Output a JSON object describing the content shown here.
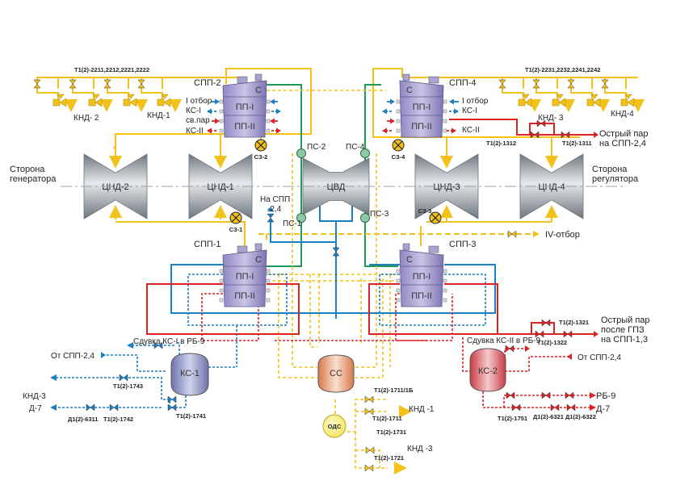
{
  "diagram": {
    "colors": {
      "steam_yellow": "#f2c21b",
      "heating_red": "#dd2222",
      "extraction_blue": "#1b7fc4",
      "green_line": "#1f9a58",
      "vessel_purple": "#9a92c8",
      "turbine_gray": "#8c959c"
    },
    "turbines": [
      {
        "id": "cnd2",
        "label": "ЦНД-2"
      },
      {
        "id": "cnd1",
        "label": "ЦНД-1"
      },
      {
        "id": "cvd",
        "label": "ЦВД"
      },
      {
        "id": "cnd3",
        "label": "ЦНД-3"
      },
      {
        "id": "cnd4",
        "label": "ЦНД-4"
      }
    ],
    "side_labels": {
      "generator": [
        "Сторона",
        "генератора"
      ],
      "regulator": [
        "Сторона",
        "регулятора"
      ]
    },
    "separators": [
      {
        "id": "spp2",
        "label": "СПП-2",
        "top": "С",
        "mid": "ПП-I",
        "bot": "ПП-II"
      },
      {
        "id": "spp4",
        "label": "СПП-4",
        "top": "С",
        "mid": "ПП-I",
        "bot": "ПП-II"
      },
      {
        "id": "spp1",
        "label": "СПП-1",
        "top": "С",
        "mid": "ПП-I",
        "bot": "ПП-II"
      },
      {
        "id": "spp3",
        "label": "СПП-3",
        "top": "С",
        "mid": "ПП-I",
        "bot": "ПП-II"
      }
    ],
    "spp2_ports": [
      "I отбор",
      "КС-I",
      "св.пар",
      "КС-II"
    ],
    "spp4_ports": [
      "I отбор",
      "КС-I",
      "КС-II"
    ],
    "stop_valves": [
      "СЗ-2",
      "СЗ-4",
      "СЗ-1",
      "СЗ-3"
    ],
    "ps_points": [
      "ПС-2",
      "ПС-4",
      "ПС-1",
      "ПС-3"
    ],
    "valve_groups": {
      "left_title": "Т1(2)-2211,2212,2221,2222",
      "right_title": "Т1(2)-2231,2232,2241,2242",
      "knd2": "КНД- 2",
      "knd1": "КНД-1",
      "knd3": "КНД- 3",
      "knd4": "КНД-4"
    },
    "live_steam_top": {
      "label_line1": "Острый пар",
      "label_line2": "на СПП-2,4",
      "valve_a": "Т1(2)-1312",
      "valve_b": "Т1(2)-1311"
    },
    "live_steam_bottom": {
      "label_line1": "Острый пар",
      "label_line2": "после ГПЗ",
      "label_line3": "на СПП-1,3",
      "valve_a": "Т1(2)-1321",
      "valve_b": "Т1(2)-1322"
    },
    "na_spp": [
      "На СПП",
      "-2,4"
    ],
    "iv_otbor": "IV-отбор",
    "ks1": {
      "label": "КС-1",
      "blowdown": "Сдувка КС-I в РБ-9",
      "from": "От СПП-2,4",
      "to_knd": "КНД-3",
      "to_d7": "Д-7",
      "v1743": "Т1(2)-1743",
      "v6311": "Д1(2)-6311",
      "v1742": "Т1(2)-1742",
      "v1741": "Т1(2)-1741"
    },
    "ks2": {
      "label": "КС-2",
      "blowdown": "Сдувка КС-II в РБ-9",
      "from": "От СПП-2,4",
      "to_rb9": "РБ-9",
      "to_d7": "Д-7",
      "v1751": "Т1(2)-1751",
      "v6321": "Д1(2)-6321",
      "v6322": "Д1(2)-6322"
    },
    "ss": {
      "label": "СС",
      "ods": "ОДС",
      "v17116": "Т1(2)-1711/1Б",
      "v1711": "Т1(2)-1711",
      "v1731": "Т1(2)-1731",
      "v1721": "Т1(2)-1721",
      "to_knd1": "КНД -1",
      "to_knd3": "КНД -3"
    }
  }
}
